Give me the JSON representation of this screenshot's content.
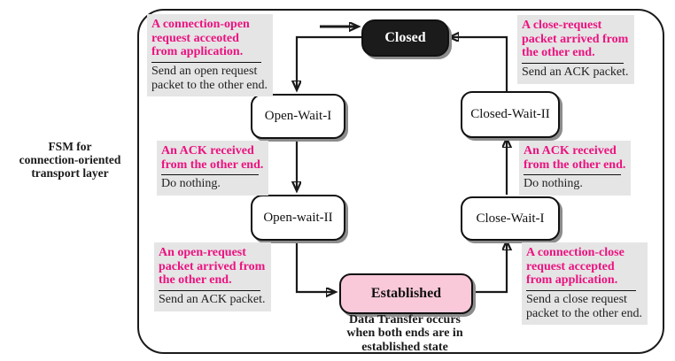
{
  "side_label": {
    "lines": [
      "FSM for",
      "connection-oriented",
      "transport layer"
    ]
  },
  "states": {
    "closed": "Closed",
    "open_wait_1": "Open-Wait-I",
    "open_wait_2": "Open-wait-II",
    "established": "Established",
    "close_wait_1": "Close-Wait-I",
    "closed_wait_2": "Closed-Wait-II"
  },
  "annotations": {
    "conn_open": {
      "event_lines": [
        "A connection-open",
        "request acceoted",
        "from application."
      ],
      "action_lines": [
        "Send an open request",
        "packet to the other end."
      ]
    },
    "close_request": {
      "event_lines": [
        "A close-request",
        "packet arrived from",
        "the other end."
      ],
      "action_lines": [
        "Send an ACK packet."
      ]
    },
    "ack_open": {
      "event_lines": [
        "An ACK received",
        "from the other end."
      ],
      "action_lines": [
        "Do nothing."
      ]
    },
    "ack_close": {
      "event_lines": [
        "An ACK received",
        "from the other end."
      ],
      "action_lines": [
        "Do nothing."
      ]
    },
    "open_request": {
      "event_lines": [
        "An open-request",
        "packet arrived from",
        "the other end."
      ],
      "action_lines": [
        "Send an ACK packet."
      ]
    },
    "conn_close": {
      "event_lines": [
        "A connection-close",
        "request accepted",
        "from application."
      ],
      "action_lines": [
        "Send a close request",
        "packet to the other end."
      ]
    }
  },
  "caption": {
    "lines": [
      "Data Transfer occurs",
      "when both ends are in",
      "established state"
    ]
  },
  "colors": {
    "magenta_text": "#EC1280",
    "magenta_arrow": "#F4148E",
    "state_pink": "#F9C8D9",
    "note_bg": "#E5E5E5",
    "line_black": "#1A1A1A"
  }
}
